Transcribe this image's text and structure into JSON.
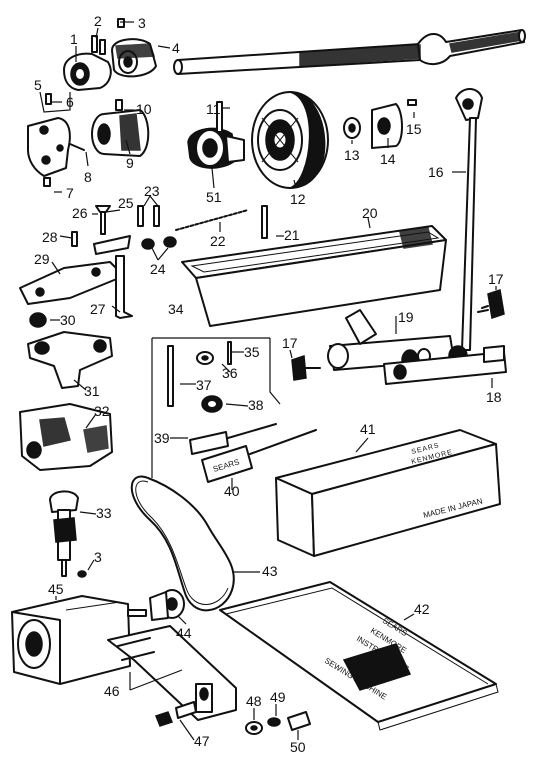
{
  "parts": [
    {
      "id": "p1",
      "label": "1"
    },
    {
      "id": "p2",
      "label": "2"
    },
    {
      "id": "p3",
      "label": "3"
    },
    {
      "id": "p4",
      "label": "4"
    },
    {
      "id": "p5",
      "label": "5"
    },
    {
      "id": "p6",
      "label": "6"
    },
    {
      "id": "p7",
      "label": "7"
    },
    {
      "id": "p8",
      "label": "8"
    },
    {
      "id": "p9",
      "label": "9"
    },
    {
      "id": "p10",
      "label": "10"
    },
    {
      "id": "p11",
      "label": "11"
    },
    {
      "id": "p12",
      "label": "12"
    },
    {
      "id": "p13",
      "label": "13"
    },
    {
      "id": "p14",
      "label": "14"
    },
    {
      "id": "p15",
      "label": "15"
    },
    {
      "id": "p16",
      "label": "16"
    },
    {
      "id": "p17a",
      "label": "17"
    },
    {
      "id": "p17b",
      "label": "17"
    },
    {
      "id": "p18",
      "label": "18"
    },
    {
      "id": "p19",
      "label": "19"
    },
    {
      "id": "p20",
      "label": "20"
    },
    {
      "id": "p21",
      "label": "21"
    },
    {
      "id": "p22",
      "label": "22"
    },
    {
      "id": "p23",
      "label": "23"
    },
    {
      "id": "p24",
      "label": "24"
    },
    {
      "id": "p25",
      "label": "25"
    },
    {
      "id": "p26",
      "label": "26"
    },
    {
      "id": "p27",
      "label": "27"
    },
    {
      "id": "p28",
      "label": "28"
    },
    {
      "id": "p29",
      "label": "29"
    },
    {
      "id": "p30",
      "label": "30"
    },
    {
      "id": "p31",
      "label": "31"
    },
    {
      "id": "p32",
      "label": "32"
    },
    {
      "id": "p33",
      "label": "33"
    },
    {
      "id": "p3b",
      "label": "3"
    },
    {
      "id": "p34",
      "label": "34"
    },
    {
      "id": "p35",
      "label": "35"
    },
    {
      "id": "p36",
      "label": "36"
    },
    {
      "id": "p37",
      "label": "37"
    },
    {
      "id": "p38",
      "label": "38"
    },
    {
      "id": "p39",
      "label": "39"
    },
    {
      "id": "p40",
      "label": "40"
    },
    {
      "id": "p41",
      "label": "41"
    },
    {
      "id": "p42",
      "label": "42"
    },
    {
      "id": "p43",
      "label": "43"
    },
    {
      "id": "p44",
      "label": "44"
    },
    {
      "id": "p45",
      "label": "45"
    },
    {
      "id": "p46",
      "label": "46"
    },
    {
      "id": "p47",
      "label": "47"
    },
    {
      "id": "p48",
      "label": "48"
    },
    {
      "id": "p49",
      "label": "49"
    },
    {
      "id": "p50",
      "label": "50"
    },
    {
      "id": "p51",
      "label": "51"
    }
  ],
  "box_text": {
    "brand": "SEARS",
    "sub": "KENMORE",
    "made_in": "MADE IN JAPAN"
  },
  "manual_text": {
    "brand": "SEARS",
    "sub": "KENMORE",
    "title": "INSTRUCTIONS",
    "machine": "SEWING MACHINE"
  },
  "driver_text": "SEARS"
}
